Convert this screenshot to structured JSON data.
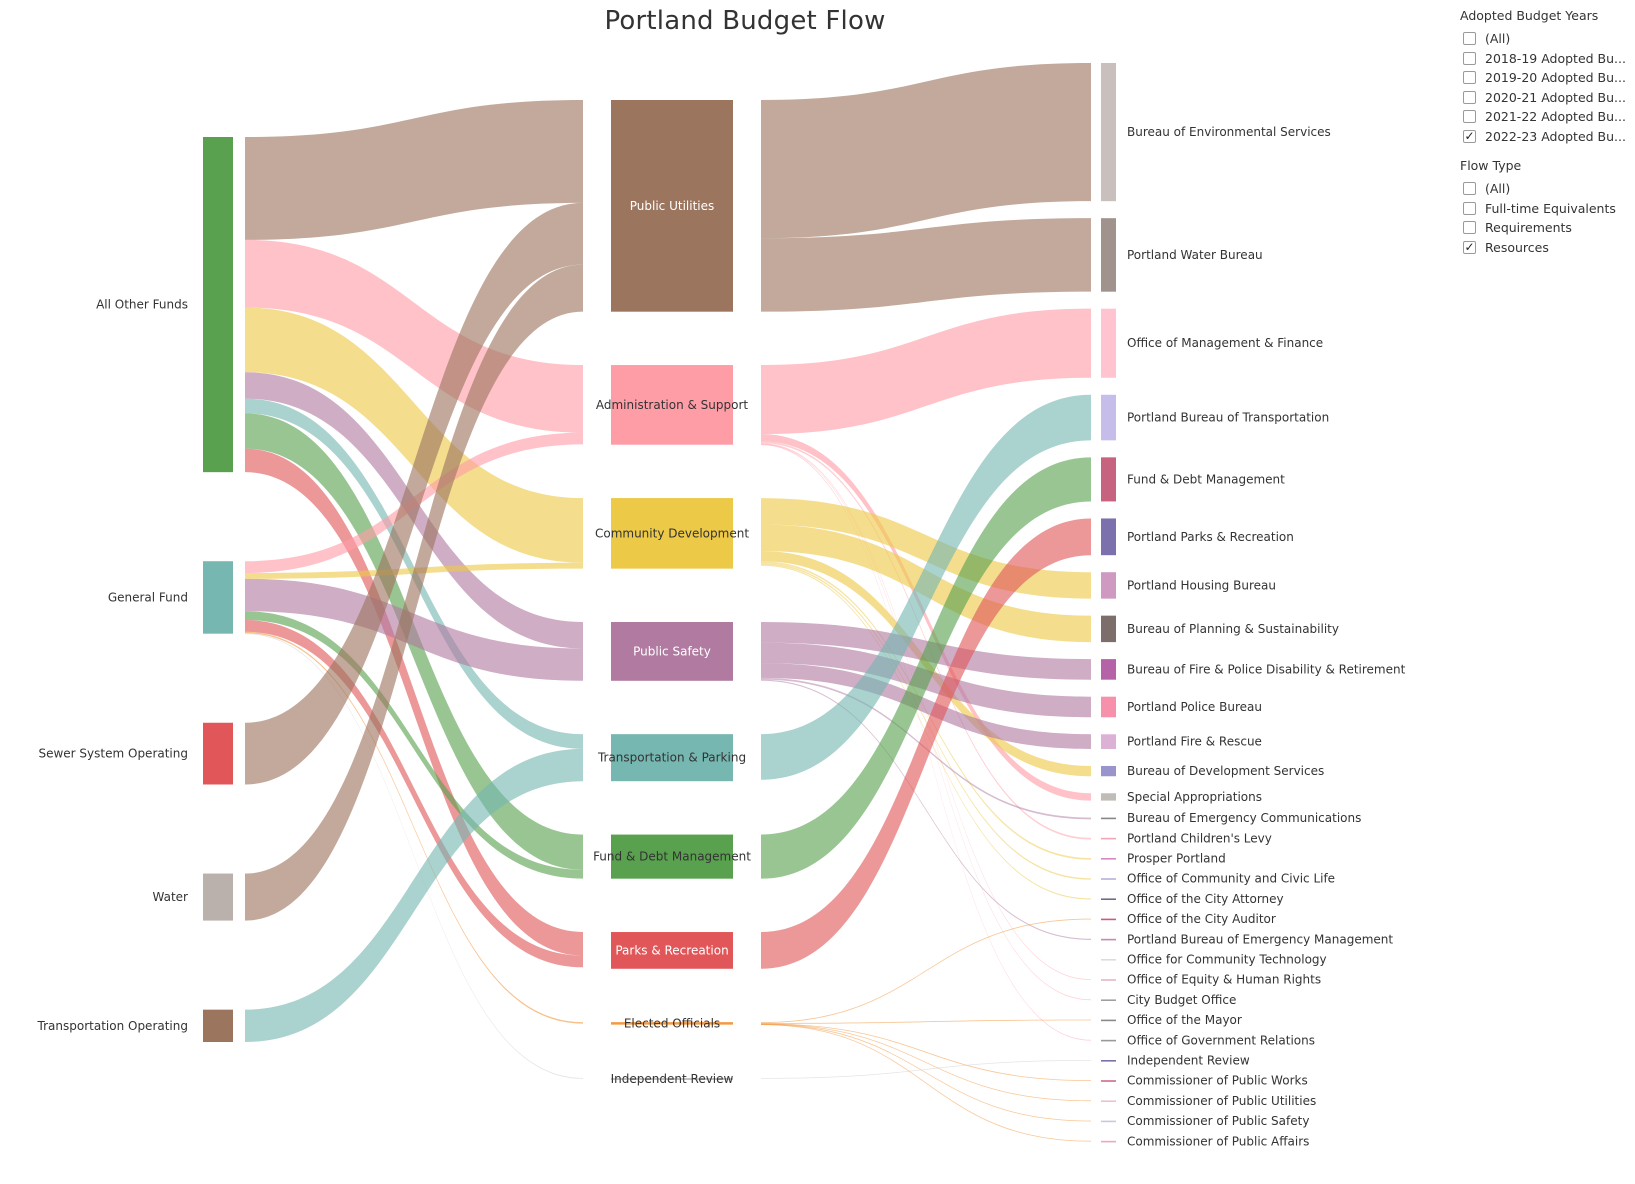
{
  "title": "Portland Budget Flow",
  "filters": [
    {
      "title": "Adopted Budget Years",
      "items": [
        {
          "label": "(All)",
          "checked": false
        },
        {
          "label": "2018-19 Adopted Bu...",
          "checked": false
        },
        {
          "label": "2019-20 Adopted Bu...",
          "checked": false
        },
        {
          "label": "2020-21 Adopted Bu...",
          "checked": false
        },
        {
          "label": "2021-22 Adopted Bu...",
          "checked": false
        },
        {
          "label": "2022-23 Adopted Bu...",
          "checked": true
        }
      ]
    },
    {
      "title": "Flow Type",
      "items": [
        {
          "label": "(All)",
          "checked": false
        },
        {
          "label": "Full-time Equivalents",
          "checked": false
        },
        {
          "label": "Requirements",
          "checked": false
        },
        {
          "label": "Resources",
          "checked": true
        }
      ]
    }
  ],
  "check_glyph": "✓",
  "sources": [
    {
      "label": "All Other Funds",
      "color": "#59a14f"
    },
    {
      "label": "General Fund",
      "color": "#76b7b2"
    },
    {
      "label": "Sewer System Operating",
      "color": "#e15759"
    },
    {
      "label": "Water",
      "color": "#bab0ac"
    },
    {
      "label": "Transportation Operating",
      "color": "#9c755f"
    }
  ],
  "service_areas": [
    {
      "label": "Public Utilities",
      "color": "#9c755f",
      "light_text": true
    },
    {
      "label": "Administration & Support",
      "color": "#ff9da7",
      "light_text": false
    },
    {
      "label": "Community Development",
      "color": "#edc948",
      "light_text": false
    },
    {
      "label": "Public Safety",
      "color": "#b07aa1",
      "light_text": true
    },
    {
      "label": "Transportation & Parking",
      "color": "#76b7b2",
      "light_text": false
    },
    {
      "label": "Fund & Debt Management",
      "color": "#59a14f",
      "light_text": false
    },
    {
      "label": "Parks & Recreation",
      "color": "#e15759",
      "light_text": true
    },
    {
      "label": "Elected Officials",
      "color": "#f28e2b",
      "light_text": false
    },
    {
      "label": "Independent Review",
      "color": "#bbbbbb",
      "light_text": false
    }
  ],
  "bureaus": [
    {
      "label": "Bureau of Environmental Services",
      "color": "#c9bfbc"
    },
    {
      "label": "Portland Water Bureau",
      "color": "#a0928d"
    },
    {
      "label": "Office of Management & Finance",
      "color": "#ffc4cf"
    },
    {
      "label": "Portland Bureau of Transportation",
      "color": "#c6bdea"
    },
    {
      "label": "Fund & Debt Management",
      "color": "#c8637f"
    },
    {
      "label": "Portland Parks & Recreation",
      "color": "#7c71ad"
    },
    {
      "label": "Portland Housing Bureau",
      "color": "#cf9ac2"
    },
    {
      "label": "Bureau of Planning & Sustainability",
      "color": "#7c6e6a"
    },
    {
      "label": "Bureau of Fire & Police Disability & Retirement",
      "color": "#b563a6"
    },
    {
      "label": "Portland Police Bureau",
      "color": "#f790ab"
    },
    {
      "label": "Portland Fire & Rescue",
      "color": "#dcb1d6"
    },
    {
      "label": "Bureau of Development Services",
      "color": "#9a94cc"
    },
    {
      "label": "Special Appropriations",
      "color": "#c0bcb7"
    },
    {
      "label": "Bureau of Emergency Communications",
      "color": "#888888"
    },
    {
      "label": "Portland Children's Levy",
      "color": "#f3a6b8"
    },
    {
      "label": "Prosper Portland",
      "color": "#d889c0"
    },
    {
      "label": "Office of Community and Civic Life",
      "color": "#b9b0dd"
    },
    {
      "label": "Office of the City Attorney",
      "color": "#6e6a8c"
    },
    {
      "label": "Office of the City Auditor",
      "color": "#cc5a82"
    },
    {
      "label": "Portland Bureau of Emergency Management",
      "color": "#c38bb8"
    },
    {
      "label": "Office for Community Technology",
      "color": "#dcdcdc"
    },
    {
      "label": "Office of Equity & Human Rights",
      "color": "#e6b6c8"
    },
    {
      "label": "City Budget Office",
      "color": "#a0a0a0"
    },
    {
      "label": "Office of the Mayor",
      "color": "#8a8a8a"
    },
    {
      "label": "Office of Government Relations",
      "color": "#9a9a9a"
    },
    {
      "label": "Independent Review",
      "color": "#7a70b0"
    },
    {
      "label": "Commissioner of Public Works",
      "color": "#d06a8a"
    },
    {
      "label": "Commissioner of Public Utilities",
      "color": "#f0c0cc"
    },
    {
      "label": "Commissioner of Public Safety",
      "color": "#c8c8e0"
    },
    {
      "label": "Commissioner of Public Affairs",
      "color": "#f0a8b8"
    }
  ],
  "flows_left": [
    {
      "source": 0,
      "target": 0,
      "value": 70,
      "color": "#9c755f"
    },
    {
      "source": 0,
      "target": 1,
      "value": 46,
      "color": "#ff9da7"
    },
    {
      "source": 0,
      "target": 2,
      "value": 44,
      "color": "#edc948"
    },
    {
      "source": 0,
      "target": 3,
      "value": 18,
      "color": "#b07aa1"
    },
    {
      "source": 0,
      "target": 4,
      "value": 10,
      "color": "#76b7b2"
    },
    {
      "source": 0,
      "target": 5,
      "value": 24,
      "color": "#59a14f"
    },
    {
      "source": 0,
      "target": 6,
      "value": 16,
      "color": "#e15759"
    },
    {
      "source": 1,
      "target": 1,
      "value": 8,
      "color": "#ff9da7"
    },
    {
      "source": 1,
      "target": 2,
      "value": 4,
      "color": "#edc948"
    },
    {
      "source": 1,
      "target": 3,
      "value": 22,
      "color": "#b07aa1"
    },
    {
      "source": 1,
      "target": 5,
      "value": 6,
      "color": "#59a14f"
    },
    {
      "source": 1,
      "target": 6,
      "value": 8,
      "color": "#e15759"
    },
    {
      "source": 1,
      "target": 7,
      "value": 1,
      "color": "#f28e2b"
    },
    {
      "source": 1,
      "target": 8,
      "value": 0.3,
      "color": "#cccccc"
    },
    {
      "source": 2,
      "target": 0,
      "value": 42,
      "color": "#9c755f"
    },
    {
      "source": 3,
      "target": 0,
      "value": 32,
      "color": "#9c755f"
    },
    {
      "source": 4,
      "target": 4,
      "value": 22,
      "color": "#76b7b2"
    }
  ],
  "flows_right": [
    {
      "source": 0,
      "target": 0,
      "value": 94,
      "color": "#9c755f"
    },
    {
      "source": 0,
      "target": 1,
      "value": 50,
      "color": "#9c755f"
    },
    {
      "source": 1,
      "target": 2,
      "value": 47,
      "color": "#ff9da7"
    },
    {
      "source": 1,
      "target": 12,
      "value": 5,
      "color": "#ff9da7"
    },
    {
      "source": 1,
      "target": 14,
      "value": 1.2,
      "color": "#ff9da7"
    },
    {
      "source": 1,
      "target": 21,
      "value": 0.4,
      "color": "#ff9da7"
    },
    {
      "source": 1,
      "target": 22,
      "value": 0.3,
      "color": "#ff9da7"
    },
    {
      "source": 1,
      "target": 24,
      "value": 0.3,
      "color": "#ff9da7"
    },
    {
      "source": 2,
      "target": 6,
      "value": 18,
      "color": "#edc948"
    },
    {
      "source": 2,
      "target": 7,
      "value": 18,
      "color": "#edc948"
    },
    {
      "source": 2,
      "target": 11,
      "value": 7,
      "color": "#edc948"
    },
    {
      "source": 2,
      "target": 15,
      "value": 1.2,
      "color": "#edc948"
    },
    {
      "source": 2,
      "target": 16,
      "value": 1,
      "color": "#edc948"
    },
    {
      "source": 2,
      "target": 17,
      "value": 0.8,
      "color": "#edc948"
    },
    {
      "source": 3,
      "target": 8,
      "value": 14,
      "color": "#b07aa1"
    },
    {
      "source": 3,
      "target": 9,
      "value": 14,
      "color": "#b07aa1"
    },
    {
      "source": 3,
      "target": 10,
      "value": 10,
      "color": "#b07aa1"
    },
    {
      "source": 3,
      "target": 13,
      "value": 1.2,
      "color": "#b07aa1"
    },
    {
      "source": 3,
      "target": 19,
      "value": 0.8,
      "color": "#b07aa1"
    },
    {
      "source": 4,
      "target": 3,
      "value": 31,
      "color": "#76b7b2"
    },
    {
      "source": 5,
      "target": 4,
      "value": 30,
      "color": "#59a14f"
    },
    {
      "source": 6,
      "target": 5,
      "value": 25,
      "color": "#e15759"
    },
    {
      "source": 7,
      "target": 18,
      "value": 0.6,
      "color": "#f28e2b"
    },
    {
      "source": 7,
      "target": 23,
      "value": 0.3,
      "color": "#f28e2b"
    },
    {
      "source": 7,
      "target": 26,
      "value": 0.2,
      "color": "#f28e2b"
    },
    {
      "source": 7,
      "target": 27,
      "value": 0.2,
      "color": "#f28e2b"
    },
    {
      "source": 7,
      "target": 28,
      "value": 0.2,
      "color": "#f28e2b"
    },
    {
      "source": 7,
      "target": 29,
      "value": 0.2,
      "color": "#f28e2b"
    },
    {
      "source": 8,
      "target": 25,
      "value": 0.3,
      "color": "#cccccc"
    }
  ]
}
